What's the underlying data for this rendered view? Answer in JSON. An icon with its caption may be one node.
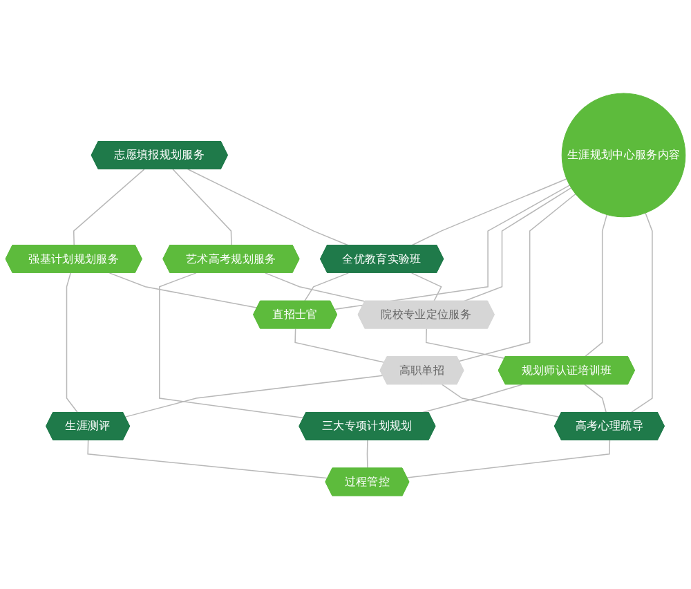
{
  "diagram": {
    "nodes": [
      {
        "text": [
          "志愿填报规划服务"
        ]
      },
      {
        "text": [
          "强基计划规划服务"
        ]
      },
      {
        "text": [
          "全优教育实验班"
        ]
      },
      {
        "text": [
          "直招士官"
        ]
      },
      {
        "text": [
          "艺术高考规划服务"
        ]
      },
      {
        "text": [
          "院校专业定位服务"
        ]
      },
      {
        "text": [
          "生涯规划中心服务内容"
        ]
      },
      {
        "text": [
          "高职单招"
        ]
      },
      {
        "text": [
          "生涯测评"
        ]
      },
      {
        "text": [
          "规划师认证培训班"
        ]
      },
      {
        "text": [
          "高考心理疏导"
        ]
      },
      {
        "text": [
          "三大专项计划规划"
        ]
      },
      {
        "text": [
          "过程管控"
        ]
      }
    ],
    "edges": [
      {
        "from": 0,
        "to": 1,
        "arrow": "none"
      },
      {
        "from": 0,
        "to": 4,
        "arrow": "none"
      },
      {
        "from": 1,
        "to": 8,
        "arrow": "none"
      },
      {
        "from": 4,
        "to": 11,
        "arrow": "none"
      },
      {
        "from": 8,
        "to": 12,
        "arrow": "none"
      },
      {
        "from": 11,
        "to": 12,
        "arrow": "none"
      },
      {
        "from": 0,
        "to": 2,
        "arrow": "none"
      },
      {
        "from": 1,
        "to": 3,
        "arrow": "none"
      },
      {
        "from": 4,
        "to": 5,
        "arrow": "none"
      },
      {
        "from": 7,
        "to": 8,
        "arrow": "none"
      },
      {
        "from": 9,
        "to": 11,
        "arrow": "none"
      },
      {
        "from": 10,
        "to": 12,
        "arrow": "none"
      },
      {
        "from": 2,
        "to": 3,
        "arrow": "none"
      },
      {
        "from": 2,
        "to": 5,
        "arrow": "none"
      },
      {
        "from": 3,
        "to": 7,
        "arrow": "none"
      },
      {
        "from": 5,
        "to": 9,
        "arrow": "none"
      },
      {
        "from": 7,
        "to": 10,
        "arrow": "none"
      },
      {
        "from": 9,
        "to": 10,
        "arrow": "none"
      },
      {
        "from": 6,
        "to": 2,
        "arrow": "none"
      },
      {
        "from": 6,
        "to": 3,
        "arrow": "none"
      },
      {
        "from": 6,
        "to": 5,
        "arrow": "none"
      },
      {
        "from": 6,
        "to": 7,
        "arrow": "none"
      },
      {
        "from": 6,
        "to": 9,
        "arrow": "none"
      },
      {
        "from": 6,
        "to": 10,
        "arrow": "none"
      }
    ]
  }
}
